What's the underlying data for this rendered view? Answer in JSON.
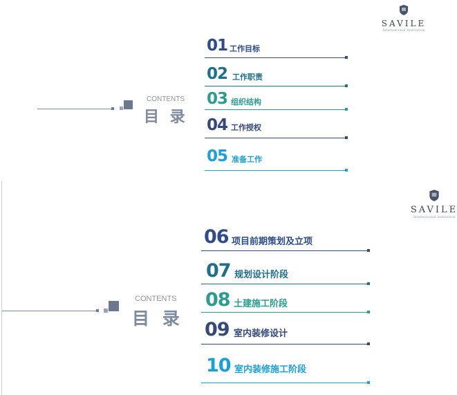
{
  "brand": {
    "name": "SAVILE",
    "sub": "International Institution"
  },
  "slides": [
    {
      "contents_label": "CONTENTS",
      "title": "目 录",
      "items": [
        {
          "num": "01",
          "label": "工作目标",
          "color": "#2e4c8c"
        },
        {
          "num": "02",
          "label": "工作职责",
          "color": "#1f6f8b"
        },
        {
          "num": "03",
          "label": "组织结构",
          "color": "#2a9d8f"
        },
        {
          "num": "04",
          "label": "工作授权",
          "color": "#34497a"
        },
        {
          "num": "05",
          "label": "准备工作",
          "color": "#1ba1d8"
        }
      ]
    },
    {
      "contents_label": "CONTENTS",
      "title": "目 录",
      "items": [
        {
          "num": "06",
          "label": "项目前期策划及立项",
          "color": "#2e4c8c"
        },
        {
          "num": "07",
          "label": "规划设计阶段",
          "color": "#1f6f8b"
        },
        {
          "num": "08",
          "label": "土建施工阶段",
          "color": "#2a9d8f"
        },
        {
          "num": "09",
          "label": "室内装修设计",
          "color": "#34497a"
        },
        {
          "num": "10",
          "label": "室内装修施工阶段",
          "color": "#1ba1d8"
        }
      ]
    }
  ]
}
